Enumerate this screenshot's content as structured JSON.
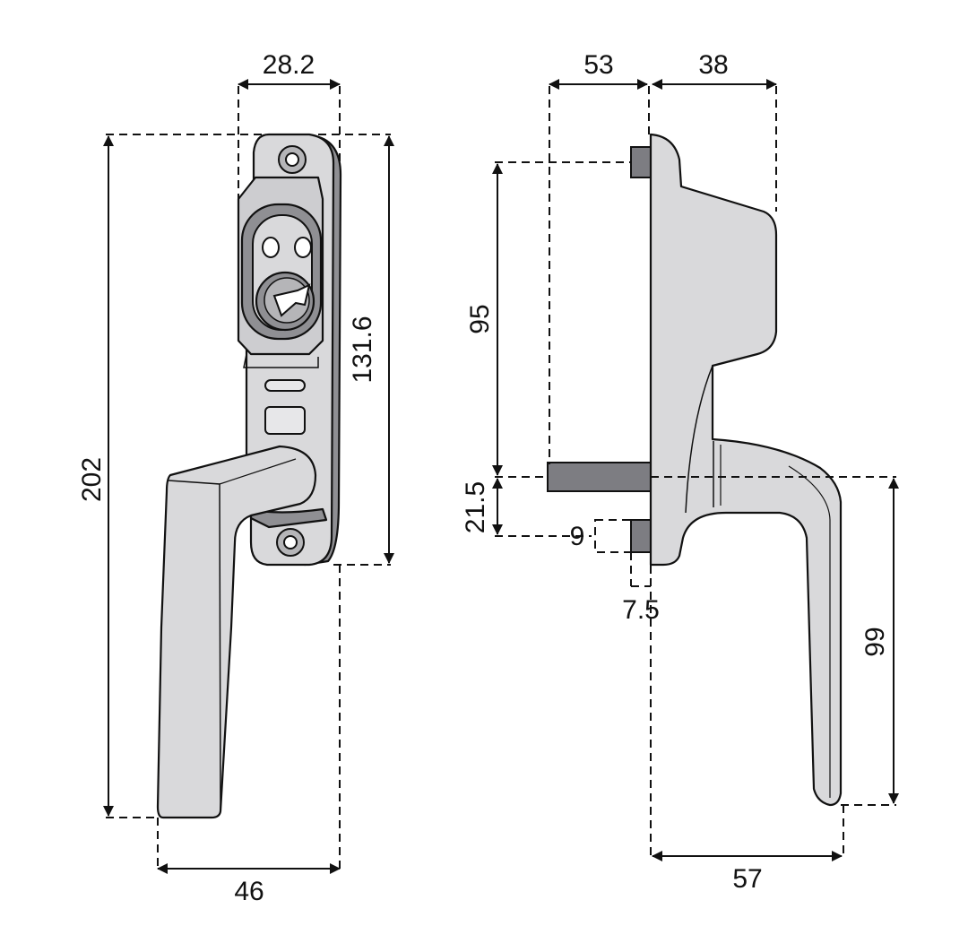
{
  "colors": {
    "line": "#111111",
    "body_fill": "#d9d9db",
    "shadow_fill": "#8f8f93",
    "spindle_fill": "#7d7d82",
    "background": "#ffffff"
  },
  "front_view": {
    "dimensions": {
      "width_top": "28.2",
      "height_total": "202",
      "height_body": "131.6",
      "width_bottom": "46"
    }
  },
  "side_view": {
    "dimensions": {
      "projection_left": "53",
      "projection_right": "38",
      "spindle_to_top": "95",
      "spindle_to_pin": "21.5",
      "pin_length": "9",
      "pin_width": "7.5",
      "handle_drop": "99",
      "handle_reach": "57"
    }
  }
}
